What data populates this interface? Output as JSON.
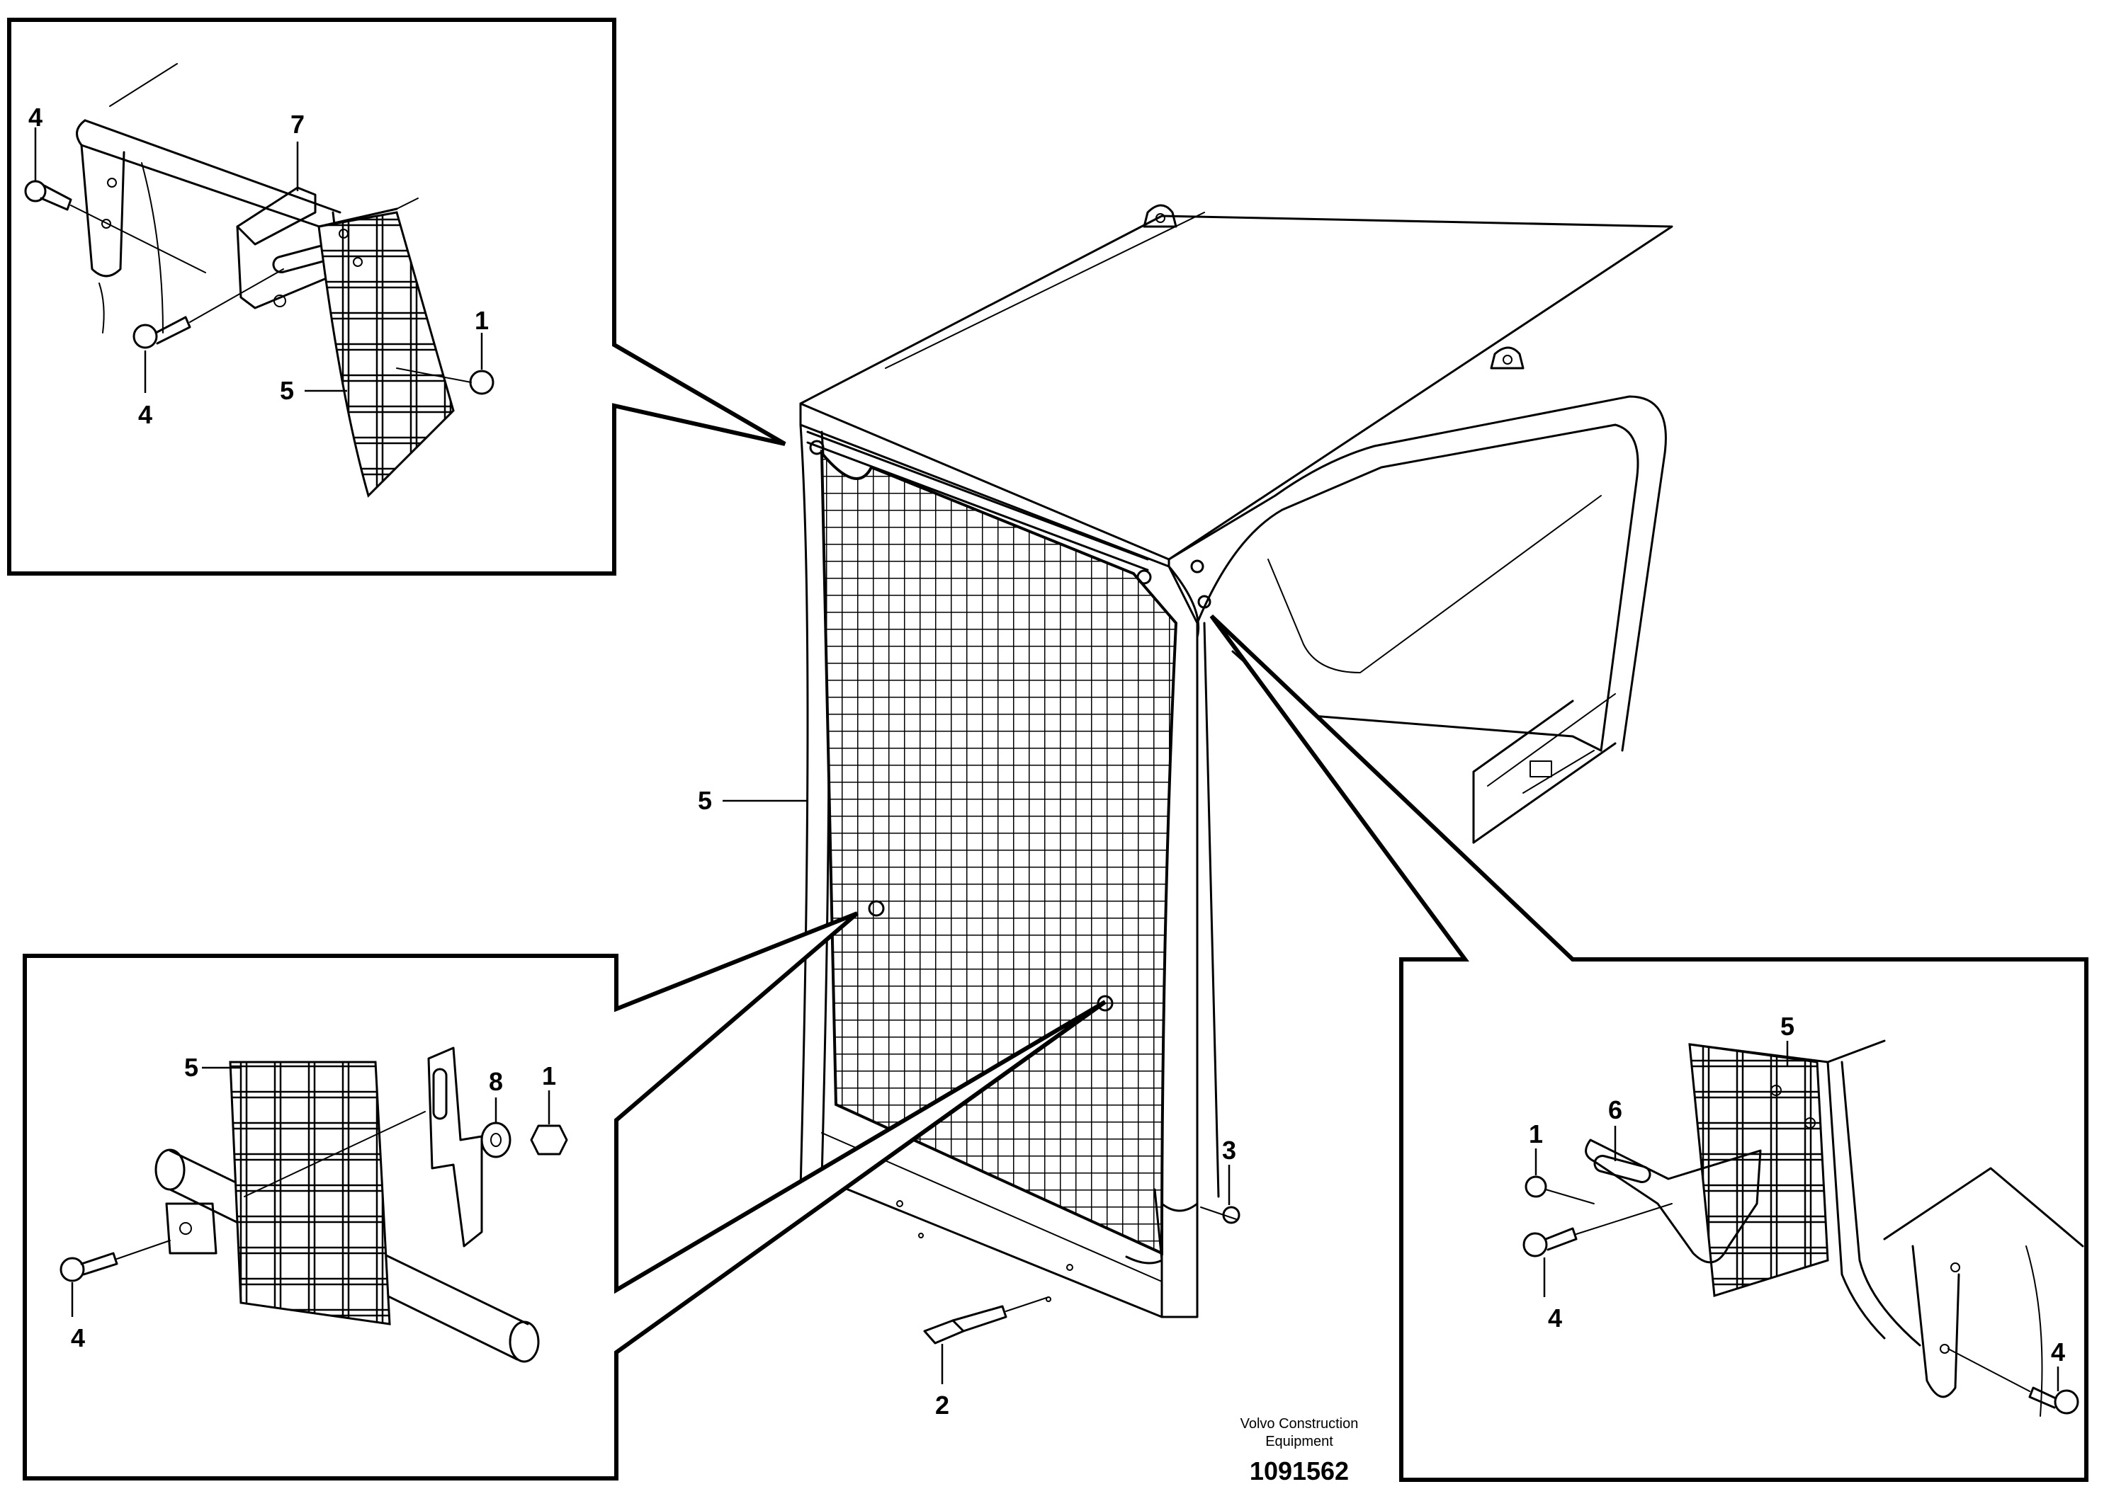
{
  "callouts": {
    "tl_4a": "4",
    "tl_7": "7",
    "tl_1": "1",
    "tl_4b": "4",
    "tl_5": "5",
    "main_5": "5",
    "main_3": "3",
    "main_2": "2",
    "bl_5": "5",
    "bl_8": "8",
    "bl_1": "1",
    "bl_4": "4",
    "br_5": "5",
    "br_6": "6",
    "br_1": "1",
    "br_4a": "4",
    "br_4b": "4"
  },
  "caption": {
    "line1": "Volvo Construction",
    "line2": "Equipment"
  },
  "document_number": "1091562"
}
